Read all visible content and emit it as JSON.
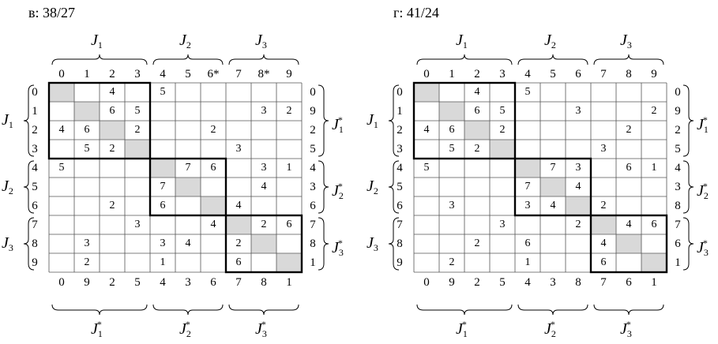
{
  "panels": [
    {
      "title": "в: 38/27",
      "col_labels": [
        "0",
        "1",
        "2",
        "3",
        "4",
        "5",
        "6*",
        "7",
        "8*",
        "9"
      ],
      "row_labels": [
        "0",
        "1",
        "2",
        "3",
        "4",
        "5",
        "6",
        "7",
        "8",
        "9"
      ],
      "right_labels": [
        "0",
        "9",
        "2",
        "5",
        "4",
        "3",
        "6",
        "7",
        "8",
        "1"
      ],
      "bottom_labels": [
        "0",
        "9",
        "2",
        "5",
        "4",
        "3",
        "6",
        "7",
        "8",
        "1"
      ],
      "cells": [
        [
          "",
          "",
          "4",
          "",
          "5",
          "",
          "",
          "",
          "",
          ""
        ],
        [
          "",
          "",
          "6",
          "5",
          "",
          "",
          "",
          "",
          "3",
          "2"
        ],
        [
          "4",
          "6",
          "",
          "2",
          "",
          "",
          "2",
          "",
          "",
          ""
        ],
        [
          "",
          "5",
          "2",
          "",
          "",
          "",
          "",
          "3",
          "",
          ""
        ],
        [
          "5",
          "",
          "",
          "",
          "",
          "7",
          "6",
          "",
          "3",
          "1"
        ],
        [
          "",
          "",
          "",
          "",
          "7",
          "",
          "",
          "",
          "4",
          ""
        ],
        [
          "",
          "",
          "2",
          "",
          "6",
          "",
          "",
          "4",
          "",
          ""
        ],
        [
          "",
          "",
          "",
          "3",
          "",
          "",
          "4",
          "",
          "2",
          "6"
        ],
        [
          "",
          "3",
          "",
          "",
          "3",
          "4",
          "",
          "2",
          "",
          ""
        ],
        [
          "",
          "2",
          "",
          "",
          "1",
          "",
          "",
          "6",
          "",
          ""
        ]
      ],
      "groups": [
        "J",
        "J",
        "J"
      ],
      "group_subs": [
        "1",
        "2",
        "3"
      ],
      "star": "*"
    },
    {
      "title": "г: 41/24",
      "col_labels": [
        "0",
        "1",
        "2",
        "3",
        "4",
        "5",
        "6",
        "7",
        "8",
        "9"
      ],
      "row_labels": [
        "0",
        "1",
        "2",
        "3",
        "4",
        "5",
        "6",
        "7",
        "8",
        "9"
      ],
      "right_labels": [
        "0",
        "9",
        "2",
        "5",
        "4",
        "3",
        "8",
        "7",
        "6",
        "1"
      ],
      "bottom_labels": [
        "0",
        "9",
        "2",
        "5",
        "4",
        "3",
        "8",
        "7",
        "6",
        "1"
      ],
      "cells": [
        [
          "",
          "",
          "4",
          "",
          "5",
          "",
          "",
          "",
          "",
          ""
        ],
        [
          "",
          "",
          "6",
          "5",
          "",
          "",
          "3",
          "",
          "",
          "2"
        ],
        [
          "4",
          "6",
          "",
          "2",
          "",
          "",
          "",
          "",
          "2",
          ""
        ],
        [
          "",
          "5",
          "2",
          "",
          "",
          "",
          "",
          "3",
          "",
          ""
        ],
        [
          "5",
          "",
          "",
          "",
          "",
          "7",
          "3",
          "",
          "6",
          "1"
        ],
        [
          "",
          "",
          "",
          "",
          "7",
          "",
          "4",
          "",
          "",
          ""
        ],
        [
          "",
          "3",
          "",
          "",
          "3",
          "4",
          "",
          "2",
          "",
          ""
        ],
        [
          "",
          "",
          "",
          "3",
          "",
          "",
          "2",
          "",
          "4",
          "6"
        ],
        [
          "",
          "",
          "2",
          "",
          "6",
          "",
          "",
          "4",
          "",
          ""
        ],
        [
          "",
          "2",
          "",
          "",
          "1",
          "",
          "",
          "6",
          "",
          ""
        ]
      ],
      "groups": [
        "J",
        "J",
        "J"
      ],
      "group_subs": [
        "1",
        "2",
        "3"
      ],
      "star": "*"
    }
  ],
  "colors": {
    "diagonal_fill": "#d9d9d9",
    "thin_line": "#555555",
    "thick_line": "#000000"
  }
}
